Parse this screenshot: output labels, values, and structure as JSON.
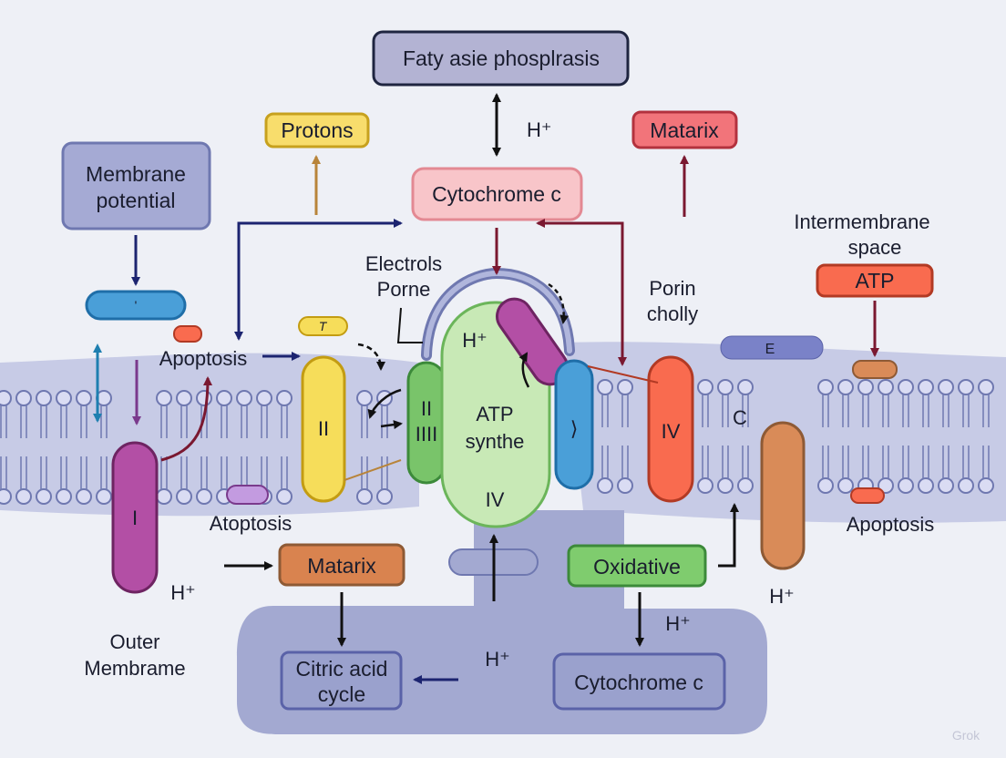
{
  "colors": {
    "background": "#eef0f6",
    "membrane": "#c7cbe6",
    "lipid_head": "#dadcf3",
    "lipid_stroke": "#6f78b0",
    "matrix_region": "#a3a9d1",
    "arrow_navy": "#1c2470",
    "arrow_maroon": "#7a1830",
    "arrow_teal": "#1e7fb0",
    "arrow_brown": "#b8843a"
  },
  "boxes": {
    "top": "Faty asie phosplrasis",
    "protons": "Protons",
    "cytochrome_top": "Cytochrome c",
    "matarix_top": "Matarix",
    "membrane_potential_1": "Membrane",
    "membrane_potential_2": "potential",
    "atp_box": "ATP",
    "matarix_bottom": "Matarix",
    "oxidative": "Oxidative",
    "citric_1": "Citric acid",
    "citric_2": "cycle",
    "cytochrome_bottom": "Cytochrome c"
  },
  "labels": {
    "h_plus_top": "H⁺",
    "intermembrane_1": "Intermembrane",
    "intermembrane_2": "space",
    "electrols_1": "Electrols",
    "electrols_2": "Porne",
    "porin_1": "Porin",
    "porin_2": "cholly",
    "apoptosis_left": "Apoptosis",
    "atoptosis": "Atoptosis",
    "apoptosis_right": "Apoptosis",
    "outer_1": "Outer",
    "outer_2": "Membrame",
    "h_plus_left": "H⁺",
    "h_plus_center": "H⁺",
    "h_plus_right": "H⁺",
    "h_plus_mid_right": "H⁺",
    "c_label": "C",
    "watermark": "Grok"
  },
  "proteins": {
    "complex_i": "I",
    "complex_ii": "II",
    "complex_iii_1": "II",
    "complex_iii_2": "IIII",
    "atp_1": "ATP",
    "atp_2": "synthe",
    "atp_iv": "IV",
    "atp_h": "H⁺",
    "blue_mark": "⟩",
    "complex_iv": "IV",
    "e_tag": "E",
    "t_tag": "T",
    "small_blue": "'"
  }
}
